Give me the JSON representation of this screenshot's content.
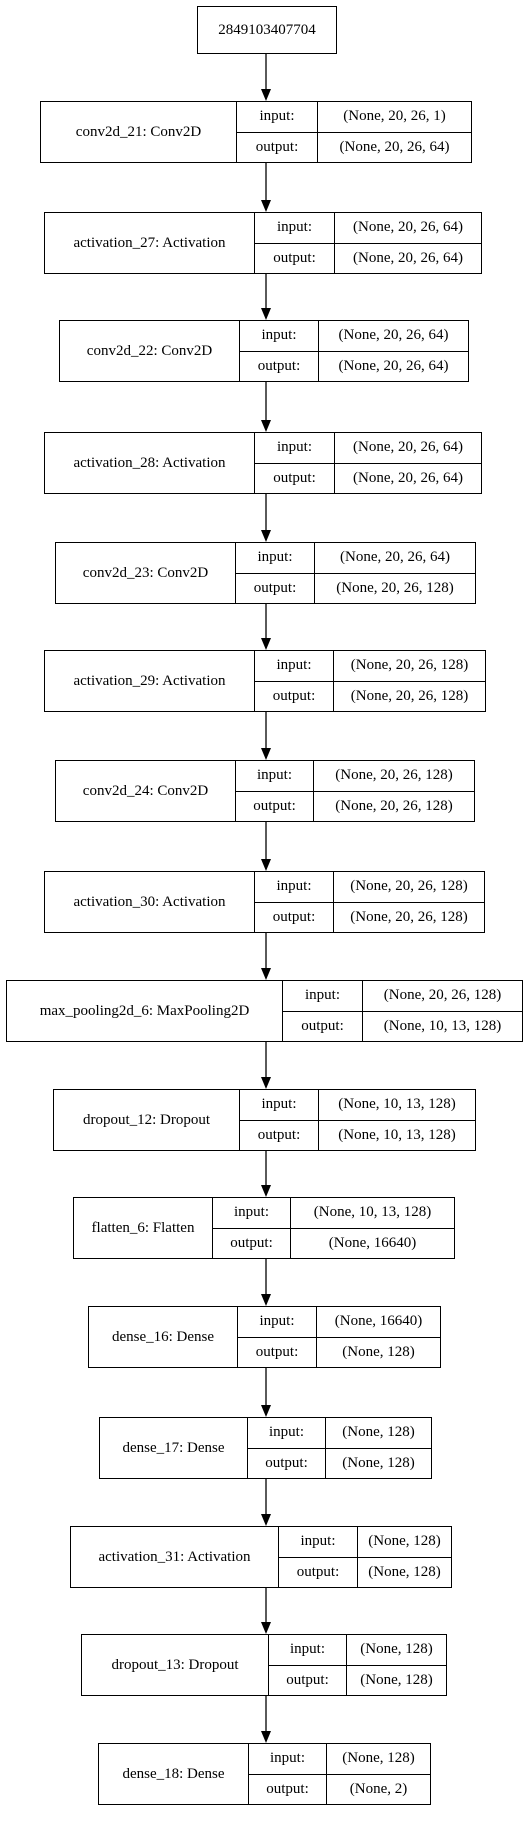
{
  "root": {
    "label": "2849103407704"
  },
  "field_labels": {
    "input": "input:",
    "output": "output:"
  },
  "layers": [
    {
      "name": "conv2d_21: Conv2D",
      "input": "(None, 20, 26, 1)",
      "output": "(None, 20, 26, 64)"
    },
    {
      "name": "activation_27: Activation",
      "input": "(None, 20, 26, 64)",
      "output": "(None, 20, 26, 64)"
    },
    {
      "name": "conv2d_22: Conv2D",
      "input": "(None, 20, 26, 64)",
      "output": "(None, 20, 26, 64)"
    },
    {
      "name": "activation_28: Activation",
      "input": "(None, 20, 26, 64)",
      "output": "(None, 20, 26, 64)"
    },
    {
      "name": "conv2d_23: Conv2D",
      "input": "(None, 20, 26, 64)",
      "output": "(None, 20, 26, 128)"
    },
    {
      "name": "activation_29: Activation",
      "input": "(None, 20, 26, 128)",
      "output": "(None, 20, 26, 128)"
    },
    {
      "name": "conv2d_24: Conv2D",
      "input": "(None, 20, 26, 128)",
      "output": "(None, 20, 26, 128)"
    },
    {
      "name": "activation_30: Activation",
      "input": "(None, 20, 26, 128)",
      "output": "(None, 20, 26, 128)"
    },
    {
      "name": "max_pooling2d_6: MaxPooling2D",
      "input": "(None, 20, 26, 128)",
      "output": "(None, 10, 13, 128)"
    },
    {
      "name": "dropout_12: Dropout",
      "input": "(None, 10, 13, 128)",
      "output": "(None, 10, 13, 128)"
    },
    {
      "name": "flatten_6: Flatten",
      "input": "(None, 10, 13, 128)",
      "output": "(None, 16640)"
    },
    {
      "name": "dense_16: Dense",
      "input": "(None, 16640)",
      "output": "(None, 128)"
    },
    {
      "name": "dense_17: Dense",
      "input": "(None, 128)",
      "output": "(None, 128)"
    },
    {
      "name": "activation_31: Activation",
      "input": "(None, 128)",
      "output": "(None, 128)"
    },
    {
      "name": "dropout_13: Dropout",
      "input": "(None, 128)",
      "output": "(None, 128)"
    },
    {
      "name": "dense_18: Dense",
      "input": "(None, 128)",
      "output": "(None, 2)"
    }
  ]
}
